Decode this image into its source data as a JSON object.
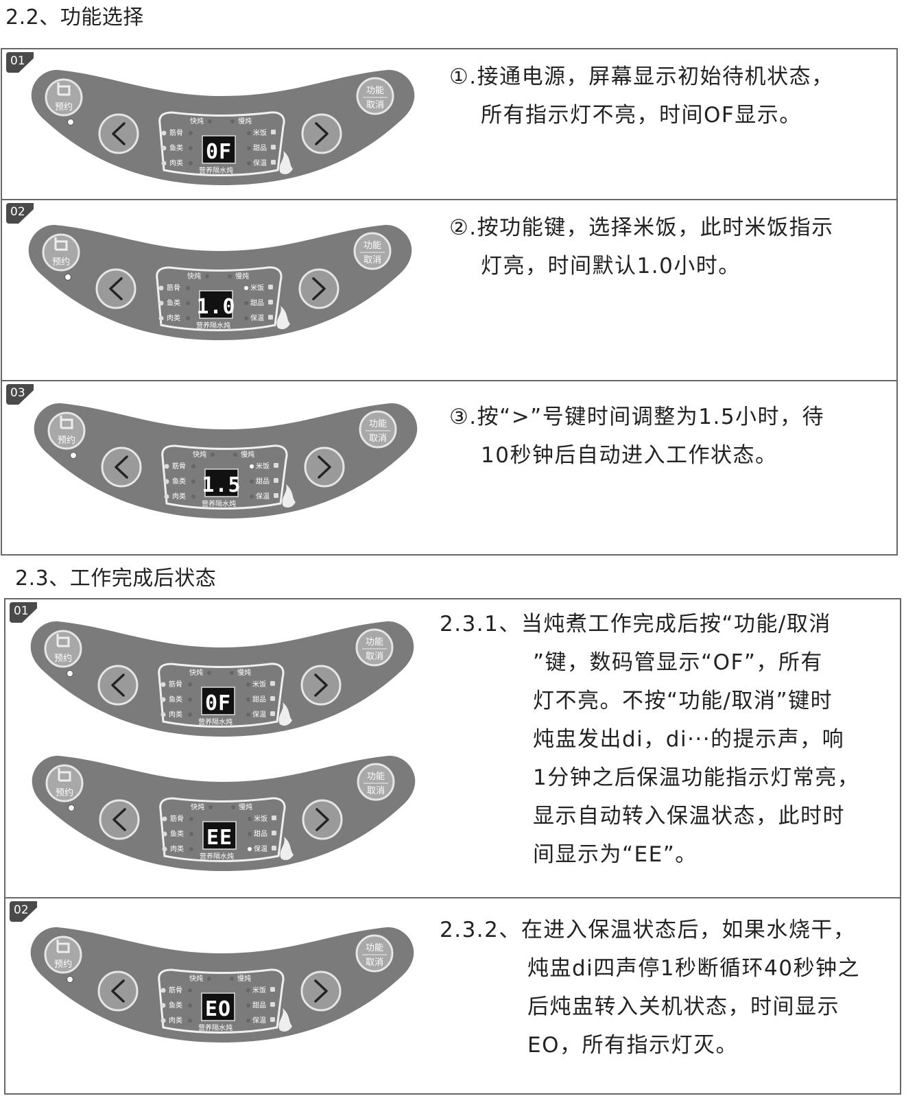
{
  "headings": {
    "function_select": "2.2、功能选择",
    "after_work": "2.3、工作完成后状态"
  },
  "panel_labels": {
    "reserve": "预约",
    "function": "功能",
    "cancel": "取消",
    "quick_stew": "快炖",
    "slow_stew": "慢炖",
    "tendon_bone": "筋骨",
    "fish": "鱼类",
    "meat": "肉类",
    "rice": "米饭",
    "dessert": "甜品",
    "keep_warm": "保温",
    "brand": "营养隔水炖"
  },
  "section1": [
    {
      "badge": "01",
      "display": "0F",
      "lit": [],
      "lines": [
        "①.接通电源，屏幕显示初始待机状态，",
        "所有指示灯不亮，时间OF显示。"
      ]
    },
    {
      "badge": "02",
      "display": "1.0",
      "lit": [
        "rice"
      ],
      "lines": [
        "②.按功能键，选择米饭，此时米饭指示",
        "灯亮，时间默认1.0小时。"
      ]
    },
    {
      "badge": "03",
      "display": "1.5",
      "lit": [
        "rice"
      ],
      "lines": [
        "③.按“>”号键时间调整为1.5小时，待",
        "10秒钟后自动进入工作状态。"
      ]
    }
  ],
  "section2": [
    {
      "badge": "01",
      "panels": [
        {
          "display": "0F",
          "lit": []
        },
        {
          "display": "EE",
          "lit": [
            "keep_warm"
          ]
        }
      ],
      "lines": [
        "2.3.1、当炖煮工作完成后按“功能/取消",
        "”键，数码管显示“OF”，所有",
        "灯不亮。不按“功能/取消”键时",
        "炖盅发出di，di···的提示声，响",
        "1分钟之后保温功能指示灯常亮，",
        "显示自动转入保温状态，此时时",
        "间显示为“EE”。"
      ]
    },
    {
      "badge": "02",
      "panels": [
        {
          "display": "EO",
          "lit": []
        }
      ],
      "lines": [
        "2.3.2、在进入保温状态后，如果水烧干，",
        "炖盅di四声停1秒断循环40秒钟之",
        "后炖盅转入关机状态，时间显示",
        "EO，所有指示灯灭。"
      ]
    }
  ]
}
